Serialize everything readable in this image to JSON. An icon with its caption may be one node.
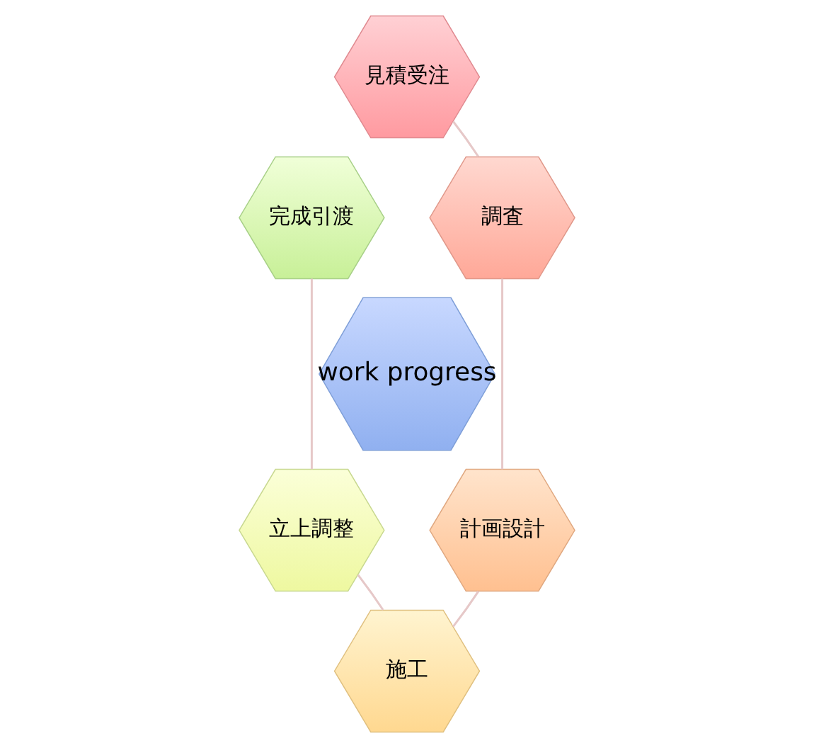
{
  "diagram": {
    "nodes": [
      {
        "text": [
          "work progress"
        ]
      },
      {
        "text": [
          "見積受注"
        ]
      },
      {
        "text": [
          "調査"
        ]
      },
      {
        "text": [
          "計画設計"
        ]
      },
      {
        "text": [
          "施工"
        ]
      },
      {
        "text": [
          "立上調整"
        ]
      },
      {
        "text": [
          "完成引渡"
        ]
      }
    ],
    "edges": [
      {
        "from": 1,
        "to": 2,
        "arrow": "none"
      },
      {
        "from": 2,
        "to": 3,
        "arrow": "none"
      },
      {
        "from": 3,
        "to": 4,
        "arrow": "none"
      },
      {
        "from": 4,
        "to": 5,
        "arrow": "none"
      },
      {
        "from": 5,
        "to": 6,
        "arrow": "none"
      }
    ]
  }
}
